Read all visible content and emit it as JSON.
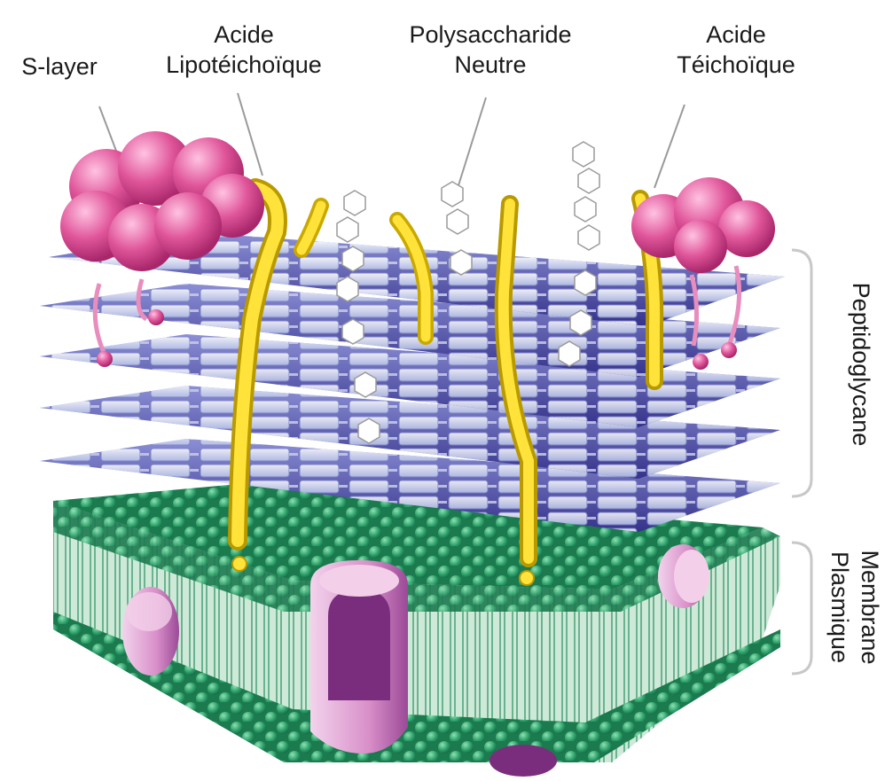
{
  "labels": {
    "s_layer": "S-layer",
    "lipoteichoic_line1": "Acide",
    "lipoteichoic_line2": "Lipotéichoïque",
    "polysaccharide_line1": "Polysaccharide",
    "polysaccharide_line2": "Neutre",
    "teichoic_line1": "Acide",
    "teichoic_line2": "Téichoïque",
    "peptidoglycane": "Peptidoglycane",
    "membrane_line1": "Membrane",
    "membrane_line2": "Plasmique"
  },
  "colors": {
    "s_layer_protein": "#e0559a",
    "peptidoglycan_light": "#dfe6f7",
    "peptidoglycan_dark": "#4a46a0",
    "teichoic_acid": "#e5c700",
    "membrane_head": "#2fa36b",
    "membrane_tail": "#cfe9d8",
    "membrane_protein": "#d98fc9",
    "polysaccharide": "#ffffff",
    "leader_line": "#9a9a9a"
  }
}
